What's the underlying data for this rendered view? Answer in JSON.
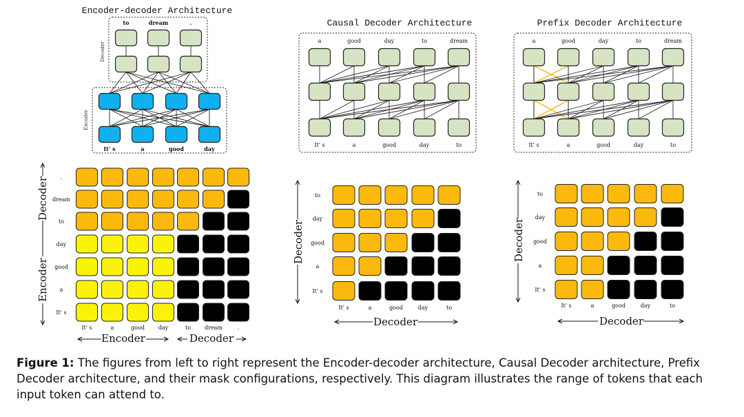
{
  "colors": {
    "node_decoder": "#d6e4c4",
    "node_encoder": "#0fb0ef",
    "mask_attend": "#fbb90d",
    "mask_attend_encoder": "#fbf20a",
    "mask_blocked": "#000000",
    "prefix_edge": "#f5b400"
  },
  "panels": {
    "encoder_decoder": {
      "title": "Encoder-decoder Architecture",
      "decoder_box_label": "Decoder",
      "encoder_box_label": "Encoder",
      "output_tokens": [
        "to",
        "dream",
        "."
      ],
      "input_tokens": [
        "It' s",
        "a",
        "good",
        "day"
      ]
    },
    "causal": {
      "title": "Causal Decoder Architecture",
      "output_tokens": [
        "a",
        "good",
        "day",
        "to",
        "dream"
      ],
      "input_tokens": [
        "It' s",
        "a",
        "good",
        "day",
        "to"
      ]
    },
    "prefix": {
      "title": "Prefix Decoder Architecture",
      "output_tokens": [
        "a",
        "good",
        "day",
        "to",
        "dream"
      ],
      "input_tokens": [
        "It' s",
        "a",
        "good",
        "day",
        "to"
      ]
    }
  },
  "masks": {
    "encoder_decoder": {
      "row_labels": [
        ".",
        "dream",
        "to",
        "day",
        "good",
        "a",
        "It' s"
      ],
      "col_labels": [
        "It' s",
        "a",
        "good",
        "day",
        "to",
        "dream",
        "."
      ],
      "group_left": "Decoder",
      "group_left_lower": "Encoder",
      "group_bottom_left": "Encoder",
      "group_bottom_right": "Decoder",
      "cells": [
        [
          1,
          1,
          1,
          1,
          1,
          1,
          1
        ],
        [
          1,
          1,
          1,
          1,
          1,
          1,
          0
        ],
        [
          1,
          1,
          1,
          1,
          1,
          0,
          0
        ],
        [
          2,
          2,
          2,
          2,
          0,
          0,
          0
        ],
        [
          2,
          2,
          2,
          2,
          0,
          0,
          0
        ],
        [
          2,
          2,
          2,
          2,
          0,
          0,
          0
        ],
        [
          2,
          2,
          2,
          2,
          0,
          0,
          0
        ]
      ]
    },
    "causal": {
      "row_labels": [
        "to",
        "day",
        "good",
        "a",
        "It' s"
      ],
      "col_labels": [
        "It' s",
        "a",
        "good",
        "day",
        "to"
      ],
      "axis_left": "Decoder",
      "axis_bottom": "Decoder",
      "cells": [
        [
          1,
          1,
          1,
          1,
          1
        ],
        [
          1,
          1,
          1,
          1,
          0
        ],
        [
          1,
          1,
          1,
          0,
          0
        ],
        [
          1,
          1,
          0,
          0,
          0
        ],
        [
          1,
          0,
          0,
          0,
          0
        ]
      ]
    },
    "prefix": {
      "row_labels": [
        "to",
        "day",
        "good",
        "a",
        "It' s"
      ],
      "col_labels": [
        "It' s",
        "a",
        "good",
        "day",
        "to"
      ],
      "axis_left": "Decoder",
      "axis_bottom": "Decoder",
      "cells": [
        [
          1,
          1,
          1,
          1,
          1
        ],
        [
          1,
          1,
          1,
          1,
          0
        ],
        [
          1,
          1,
          1,
          0,
          0
        ],
        [
          1,
          1,
          0,
          0,
          0
        ],
        [
          1,
          1,
          0,
          0,
          0
        ]
      ]
    }
  },
  "caption": {
    "label": "Figure 1:",
    "text": "The figures from left to right represent the Encoder-decoder architecture, Causal Decoder architecture, Prefix Decoder architecture, and their mask configurations, respectively. This diagram illustrates the range of tokens that each input token can attend to."
  }
}
